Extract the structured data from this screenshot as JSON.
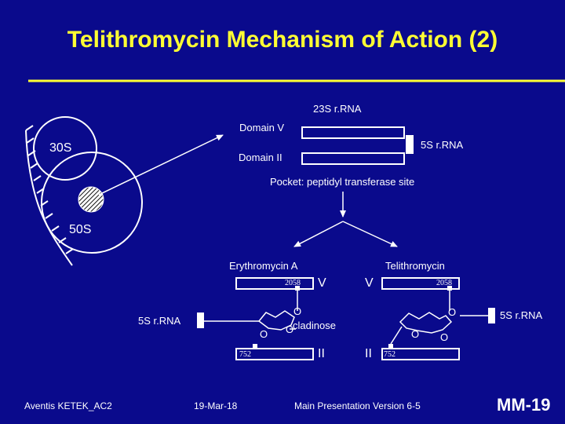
{
  "slide": {
    "title": "Telithromycin Mechanism of Action (2)",
    "subunits": {
      "small": "30S",
      "large": "50S"
    },
    "rrna_23s": "23S r.RNA",
    "domain_v": "Domain V",
    "domain_ii": "Domain II",
    "rrna_5s": "5S r.RNA",
    "pocket": "Pocket: peptidyl transferase site",
    "left": {
      "drug": "Erythromycin A",
      "nucleotide_top": "2058",
      "domain_v": "V",
      "domain_ii": "II",
      "nucleotide_bottom": "752",
      "rrna_5s": "5S r.RNA",
      "sugar": "cladinose",
      "oxygen": "O"
    },
    "right": {
      "drug": "Telithromycin",
      "nucleotide_top": "2058",
      "domain_v": "V",
      "domain_ii": "II",
      "nucleotide_bottom": "752",
      "rrna_5s": "5S r.RNA",
      "oxygen": "O"
    },
    "footer": {
      "company": "Aventis KETEK_AC2",
      "date": "19-Mar-18",
      "version": "Main Presentation Version 6-5",
      "slide_number": "MM-19"
    }
  },
  "colors": {
    "background": "#0a0a8c",
    "title": "#ffff33",
    "rule": "#ffff33",
    "text": "#ffffff"
  }
}
